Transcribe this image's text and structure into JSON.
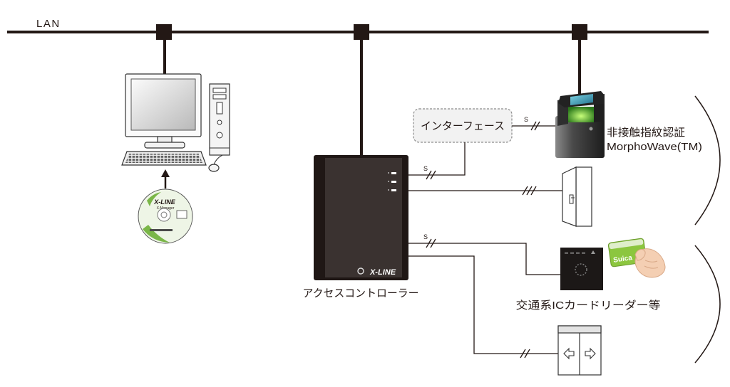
{
  "network": {
    "lan_label": "LAN"
  },
  "interface": {
    "label": "インターフェース"
  },
  "controller": {
    "label": "アクセスコントローラー",
    "logo": "X-LINE"
  },
  "fingerprint_reader": {
    "label_ja": "非接触指紋認証",
    "label_product": "MorphoWave(TM)"
  },
  "ic_card_reader": {
    "label": "交通系ICカードリーダー等",
    "card_logo": "Suica"
  },
  "software_disc": {
    "logo": "X-LINE",
    "product": "X-Manager"
  },
  "connections": {
    "signal_label": "S"
  },
  "icons": {
    "pc": "desktop-computer-icon",
    "disc": "software-disc-icon",
    "upload_arrow": "arrow-up-icon",
    "door": "door-icon",
    "gate": "flap-gate-icon",
    "gate_arrows": [
      "arrow-left-icon",
      "arrow-right-icon"
    ]
  },
  "colors": {
    "line": "#231815",
    "controller_body": "#1f1715",
    "controller_face": "#3a3230",
    "interface_fill": "#f2f2f2",
    "interface_border": "#8c8c8c",
    "disc_green": "#7ab648",
    "card_green": "#8cc63f"
  }
}
